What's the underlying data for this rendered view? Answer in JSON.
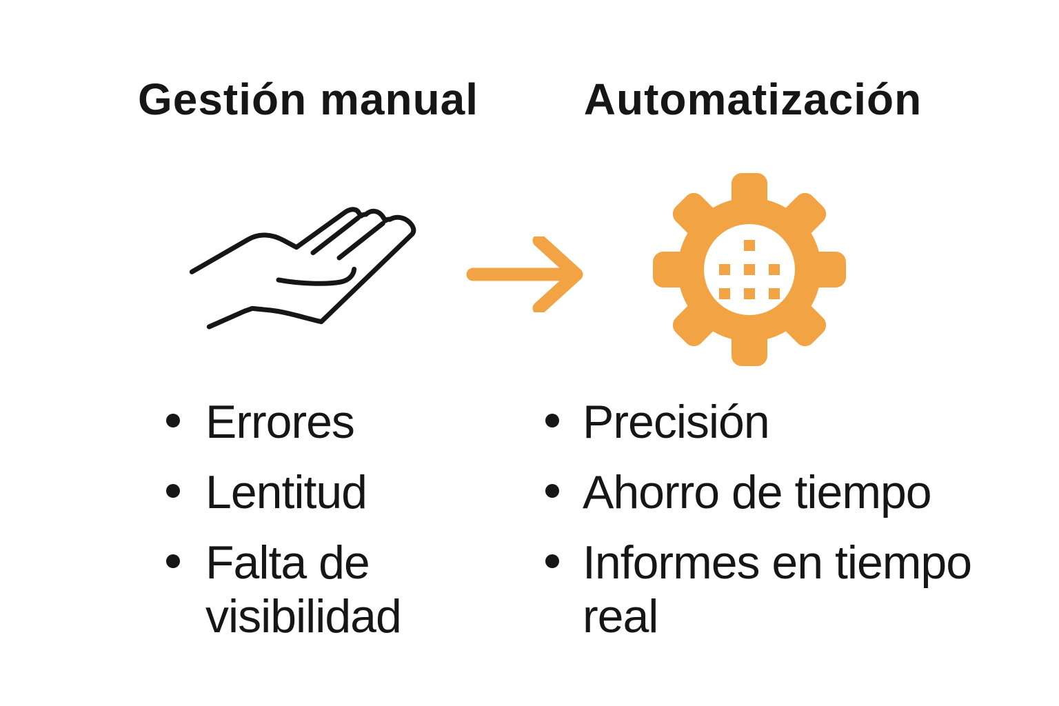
{
  "page": {
    "background_color": "#ffffff",
    "text_color": "#161616",
    "accent_orange": "#F2A444"
  },
  "left_column": {
    "heading": "Gestión manual",
    "icon": "offering-hand-icon",
    "bullets": [
      "Errores",
      "Lentitud",
      "Falta de visibilidad"
    ]
  },
  "arrow": {
    "icon": "right-arrow-icon",
    "direction": "right",
    "color": "#F2A444"
  },
  "right_column": {
    "heading": "Automatización",
    "icon": "automation-gear-icon",
    "gear_center_pattern": "data-grid-of-7-squares",
    "bullets": [
      "Precisión",
      "Ahorro de tiempo",
      "Informes en tiempo real"
    ]
  }
}
